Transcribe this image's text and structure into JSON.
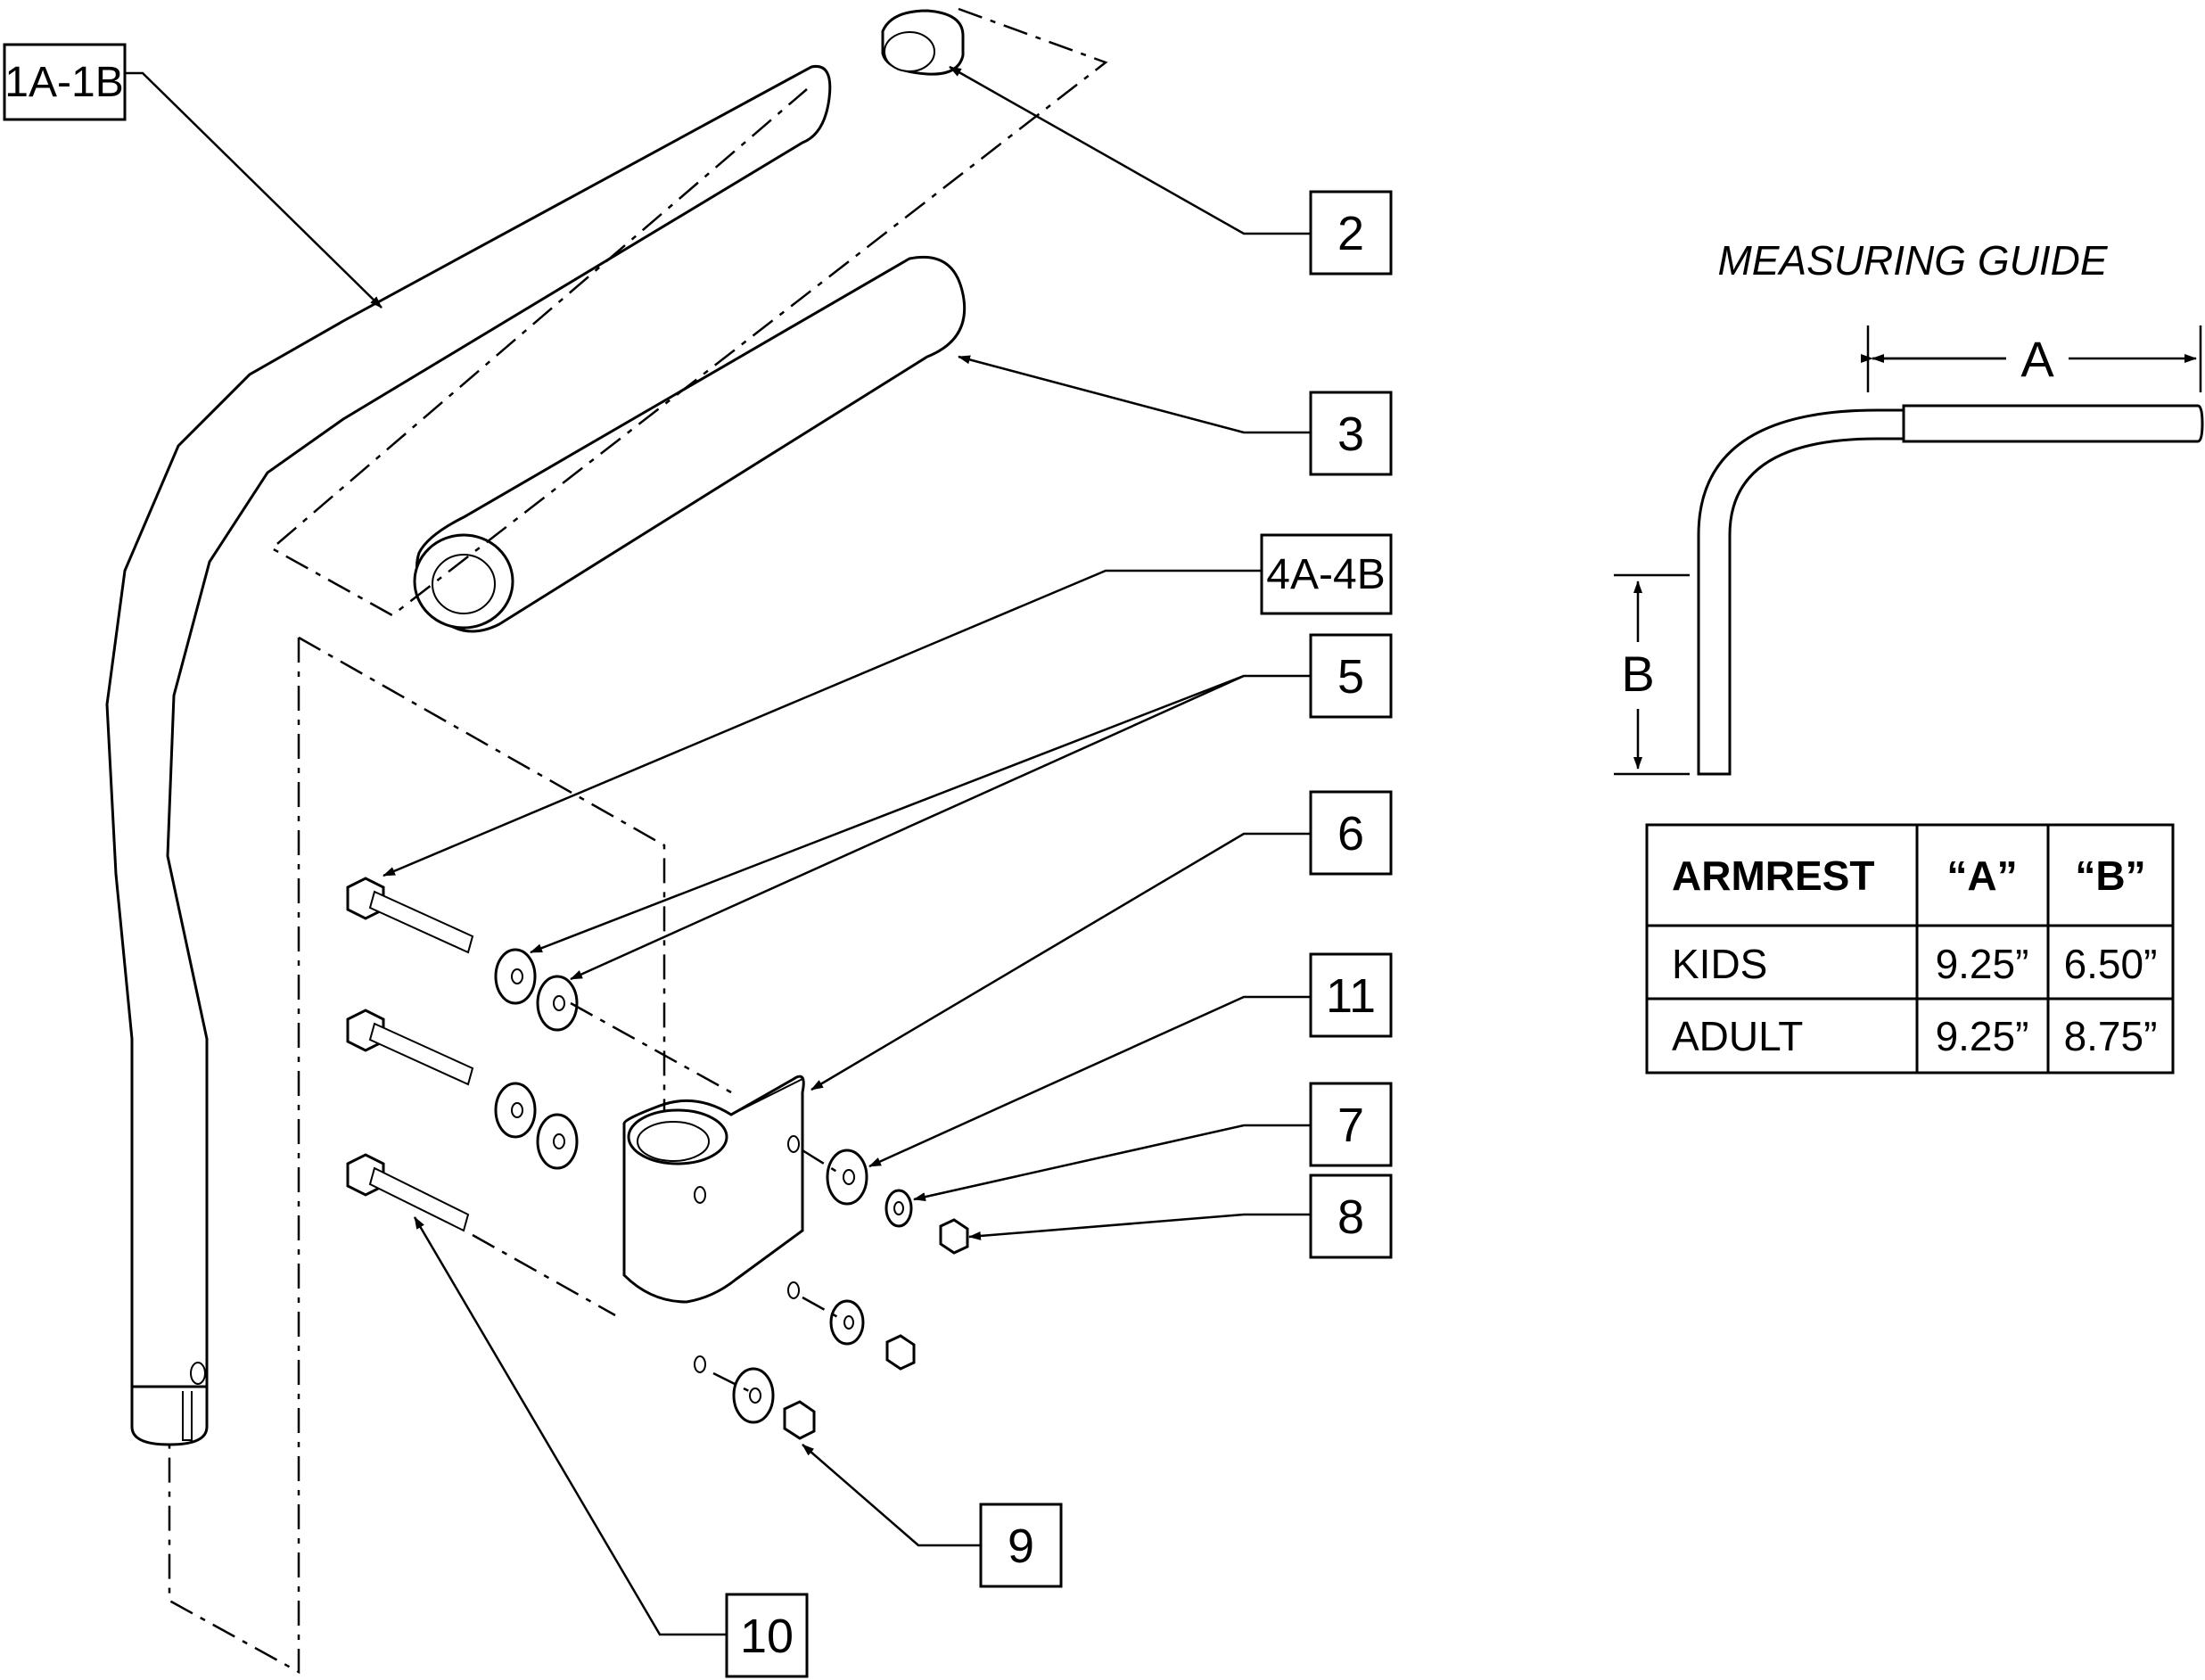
{
  "callouts": {
    "c1": "1A-1B",
    "c2": "2",
    "c3": "3",
    "c4": "4A-4B",
    "c5": "5",
    "c6": "6",
    "c7": "7",
    "c8": "8",
    "c9": "9",
    "c10": "10",
    "c11": "11"
  },
  "guide": {
    "title": "MEASURING GUIDE",
    "dim_a": "A",
    "dim_b": "B"
  },
  "table": {
    "headers": [
      "ARMREST",
      "“A”",
      "“B”"
    ],
    "rows": [
      [
        "KIDS",
        "9.25”",
        "6.50”"
      ],
      [
        "ADULT",
        "9.25”",
        "8.75”"
      ]
    ]
  }
}
